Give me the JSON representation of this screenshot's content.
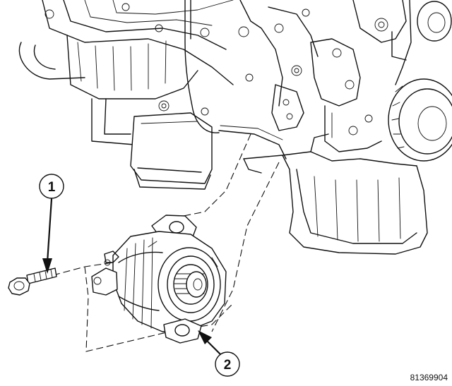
{
  "figure": {
    "callouts": [
      {
        "number": "1"
      },
      {
        "number": "2"
      }
    ],
    "figure_id": "81369904"
  }
}
